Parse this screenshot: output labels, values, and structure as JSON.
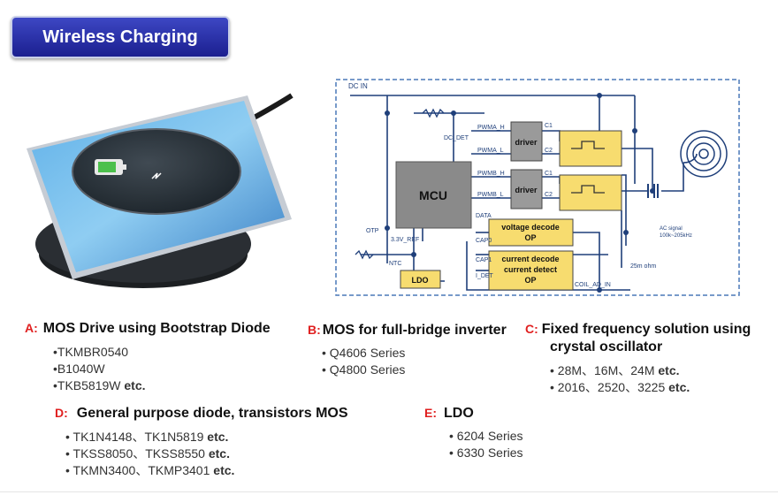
{
  "title": "Wireless Charging",
  "diagram": {
    "dc_in": "DC IN",
    "mcu": "MCU",
    "driver1": "driver",
    "driver2": "driver",
    "voltage_decode": [
      "voltage decode",
      "OP"
    ],
    "current_block": [
      "current decode",
      "current detect",
      "OP"
    ],
    "ldo": "LDO",
    "ntc": "NTC",
    "otp": "OTP",
    "pwm_labels": [
      "PWMA_H",
      "PWMA_L",
      "PWMB_H",
      "PWMB_L"
    ],
    "dc_det": "DC_DET",
    "data_label": "DATA",
    "v33": "3.3V_REF",
    "cap_labels": [
      "CAP0",
      "CAP1",
      "I_DET"
    ],
    "c_labels": [
      "C1",
      "C2",
      "C1",
      "C2"
    ],
    "ac_signal": [
      "AC signal",
      "100k~205kHz"
    ],
    "r_label": "25m ohm",
    "coil_label": "COIL_AD_IN"
  },
  "sections": {
    "a": {
      "letter": "A:",
      "title": "MOS Drive using Bootstrap Diode",
      "items": [
        {
          "text": "•TKMBR0540",
          "etc": ""
        },
        {
          "text": "•B1040W",
          "etc": ""
        },
        {
          "text": "•TKB5819W",
          "etc": "etc."
        }
      ]
    },
    "b": {
      "letter": "B:",
      "title": "MOS for full-bridge inverter",
      "items": [
        {
          "text": "• Q4606 Series",
          "etc": ""
        },
        {
          "text": "• Q4800 Series",
          "etc": ""
        }
      ]
    },
    "c": {
      "letter": "C:",
      "title_line1": "Fixed frequency solution using",
      "title_line2": "crystal oscillator",
      "items": [
        {
          "text": "• 28M、16M、24M",
          "etc": "etc."
        },
        {
          "text": "• 2016、2520、3225",
          "etc": "etc."
        }
      ]
    },
    "d": {
      "letter": "D:",
      "title": "General purpose diode, transistors MOS",
      "items": [
        {
          "text": "• TK1N4148、TK1N5819",
          "etc": "etc."
        },
        {
          "text": "• TKSS8050、TKSS8550",
          "etc": "etc."
        },
        {
          "text": "• TKMN3400、TKMP3401",
          "etc": "etc."
        }
      ]
    },
    "e": {
      "letter": "E:",
      "title": "LDO",
      "items": [
        {
          "text": "• 6204 Series",
          "etc": ""
        },
        {
          "text": "• 6330 Series",
          "etc": ""
        }
      ]
    }
  },
  "colors": {
    "badge": "#2a31a8",
    "letter": "#e02020",
    "block_yellow": "#f7dc6f",
    "wire": "#1f3f7a",
    "mcu": "#8a8a8a"
  }
}
